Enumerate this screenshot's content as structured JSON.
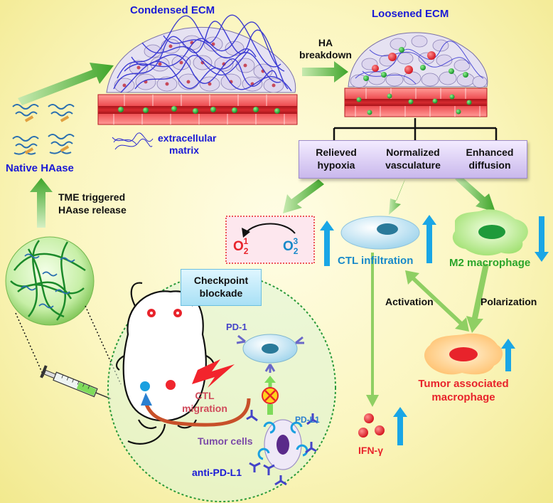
{
  "labels": {
    "condensed_ecm": "Condensed ECM",
    "loosened_ecm": "Loosened ECM",
    "ha_breakdown_1": "HA",
    "ha_breakdown_2": "breakdown",
    "extracellular_1": "extracellular",
    "extracellular_2": "matrix",
    "native_haase": "Native HAase",
    "tme_1": "TME triggered",
    "tme_2": "HAase release",
    "relieved_1": "Relieved",
    "relieved_2": "hypoxia",
    "normalized_1": "Normalized",
    "normalized_2": "vasculature",
    "enhanced_1": "Enhanced",
    "enhanced_2": "diffusion",
    "o2_left": "O",
    "o2_left_sub": "2",
    "o2_left_sup": "1",
    "o2_right": "O",
    "o2_right_sub": "2",
    "o2_right_sup": "3",
    "ctl_infiltration": "CTL infiltration",
    "m2_macrophage": "M2 macrophage",
    "activation": "Activation",
    "polarization": "Polarization",
    "tam_1": "Tumor associated",
    "tam_2": "macrophage",
    "checkpoint_1": "Checkpoint",
    "checkpoint_2": "blockade",
    "pd1": "PD-1",
    "pdl1": "PD-L1",
    "ctl_migration_1": "CTL",
    "ctl_migration_2": "migration",
    "tumor_cells": "Tumor cells",
    "anti_pdl1": "anti-PD-L1",
    "ifn": "IFN-γ"
  },
  "colors": {
    "label_blue": "#1a1ad6",
    "label_red": "#e8232b",
    "label_cyan": "#1789c9",
    "label_green": "#2aa52a",
    "arrow_green": "#5dbb3a",
    "up_arrow_blue": "#19a6e6"
  },
  "icons": [
    "haase-protein-icon",
    "nanoparticle-icon",
    "mouse-icon",
    "syringe-icon",
    "lightning-icon",
    "blocked-icon",
    "antibody-icon"
  ]
}
